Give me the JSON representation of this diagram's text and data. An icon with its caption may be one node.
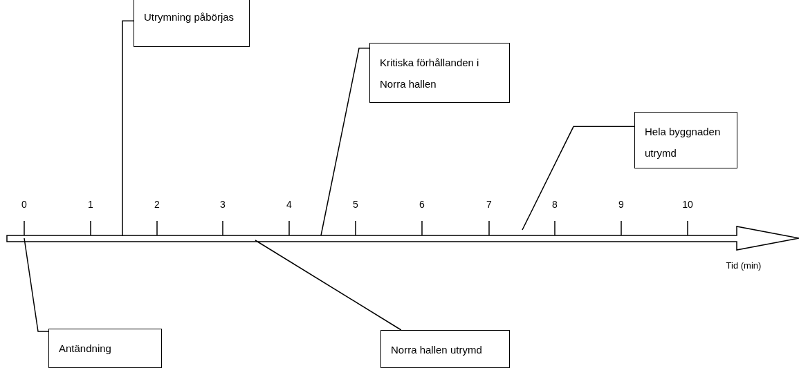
{
  "diagram": {
    "nodes": [
      {
        "text": [
          "Utrymning påbörjas"
        ]
      },
      {
        "text": [
          "Kritiska förhållanden i Norra hallen"
        ]
      },
      {
        "text": [
          "Hela byggnaden utrymd"
        ]
      },
      {
        "text": [
          "Antändning"
        ]
      },
      {
        "text": [
          "Norra hallen utrymd"
        ]
      }
    ],
    "edges": [
      {
        "from": 0,
        "to": null,
        "arrow": "none"
      },
      {
        "from": 1,
        "to": null,
        "arrow": "none"
      },
      {
        "from": 2,
        "to": null,
        "arrow": "none"
      },
      {
        "from": 3,
        "to": null,
        "arrow": "none"
      },
      {
        "from": 4,
        "to": null,
        "arrow": "none"
      }
    ],
    "labels": [
      "0",
      "1",
      "2",
      "3",
      "4",
      "5",
      "6",
      "7",
      "8",
      "9",
      "10",
      "Tid (min)"
    ]
  }
}
